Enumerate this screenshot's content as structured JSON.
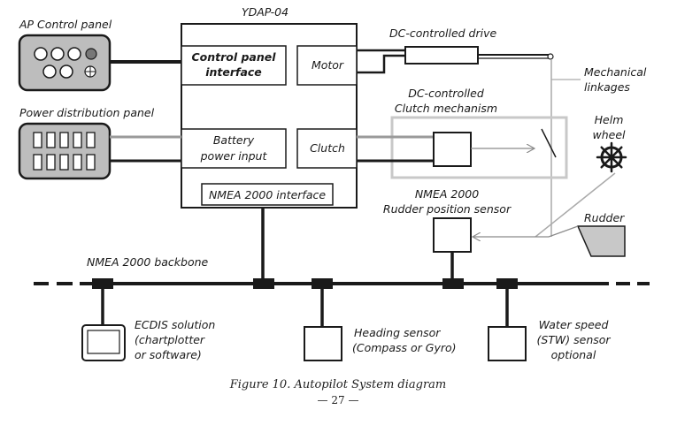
{
  "device": {
    "title": "YDAP-04",
    "control_panel_interface": [
      "Control panel",
      "interface"
    ],
    "motor": "Motor",
    "battery_power_input": [
      "Battery",
      "power input"
    ],
    "clutch": "Clutch",
    "nmea2000_interface": "NMEA 2000 interface"
  },
  "labels": {
    "ap_control_panel": "AP Control panel",
    "power_distribution_panel": "Power distribution panel",
    "dc_controlled_drive": "DC-controlled drive",
    "dc_controlled_clutch": [
      "DC-controlled",
      "Clutch mechanism"
    ],
    "mechanical_linkages": [
      "Mechanical",
      "linkages"
    ],
    "helm_wheel": [
      "Helm",
      "wheel"
    ],
    "rudder": "Rudder",
    "rudder_sensor": [
      "NMEA 2000",
      "Rudder position sensor"
    ],
    "nmea_backbone": "NMEA 2000 backbone",
    "ecdis": [
      "ECDIS solution",
      "(chartplotter",
      "or software)"
    ],
    "heading_sensor": [
      "Heading sensor",
      "(Compass or Gyro)"
    ],
    "water_speed": [
      "Water speed",
      "(STW) sensor",
      "optional"
    ]
  },
  "caption": "Figure 10. Autopilot System diagram",
  "page_number": "— 27 —",
  "colors": {
    "line": "#1a1a1a",
    "panel_fill": "#bdbdbd",
    "grey_line": "#9a9a9a",
    "clutch_frame": "#c8c8c8"
  }
}
